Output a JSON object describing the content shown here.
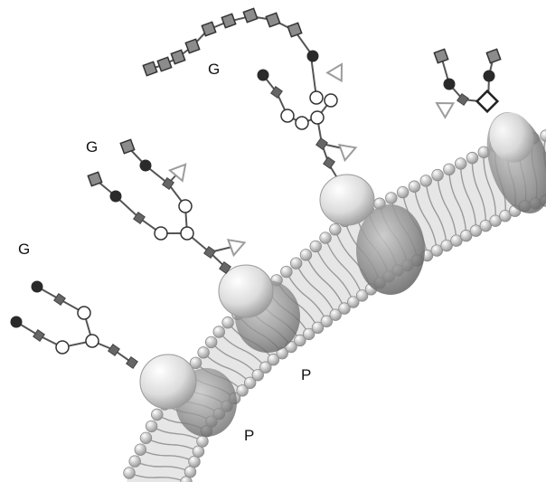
{
  "labels": {
    "g_top": "G",
    "g_mid": "G",
    "g_left": "G",
    "p_upper": "P",
    "p_lower": "P"
  },
  "colors": {
    "background": "#ffffff",
    "lipid_head": "#d0d0d0",
    "lipid_tail": "#9a9a9a",
    "protein_light": "#f2f2f2",
    "protein_dark": "#8a8a8a",
    "sugar_dark": "#2a2a2a",
    "sugar_square": "#8c8c8c",
    "sugar_link": "#666666",
    "open_arrow": "#9c9c9c",
    "label_text": "#111111"
  },
  "icons": {
    "filled_circle": "dark-sugar-circle",
    "open_circle": "open-sugar-circle",
    "square": "sugar-square",
    "small_square": "link-square",
    "triangle": "open-arrowhead"
  }
}
